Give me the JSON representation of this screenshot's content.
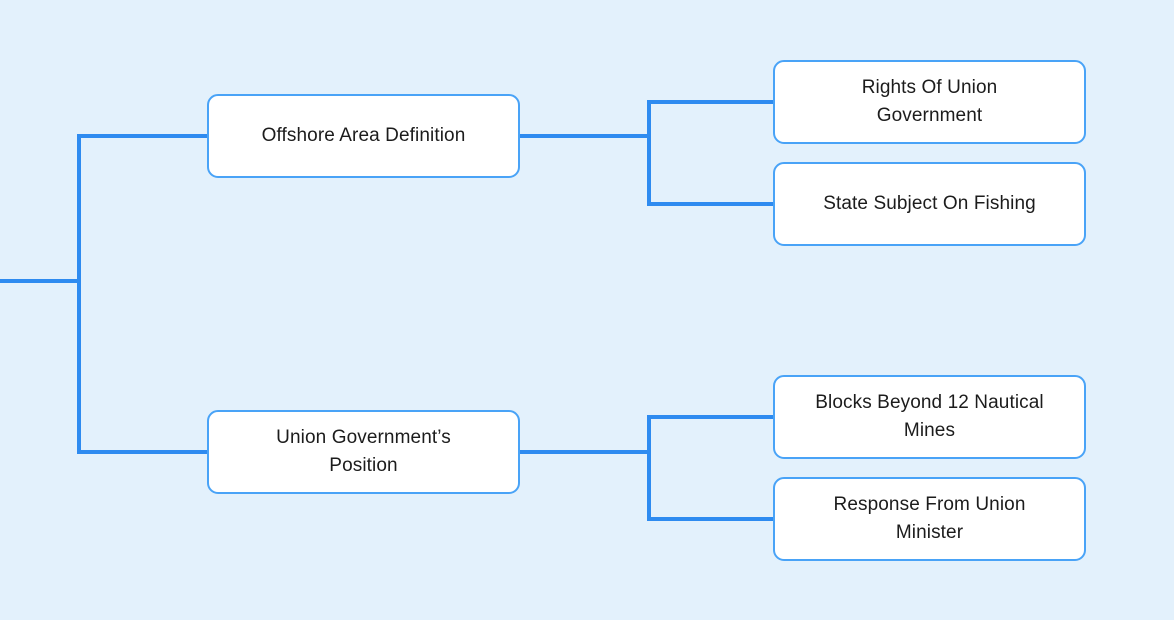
{
  "canvas": {
    "background_color": "#e3f1fc",
    "connector_color": "#2e8bf0",
    "node_border_color": "#49a3f7",
    "node_fill_color": "#ffffff",
    "text_color": "#1c1c1c"
  },
  "diagram": {
    "type": "mindmap-tree",
    "direction": "left-to-right",
    "root_visible": false,
    "branches": [
      {
        "label": "Offshore Area Definition",
        "children": [
          {
            "label": "Rights Of Union\nGovernment"
          },
          {
            "label": "State Subject On Fishing"
          }
        ]
      },
      {
        "label": "Union Government’s\nPosition",
        "children": [
          {
            "label": "Blocks Beyond 12 Nautical\nMines"
          },
          {
            "label": "Response From Union\nMinister"
          }
        ]
      }
    ]
  }
}
